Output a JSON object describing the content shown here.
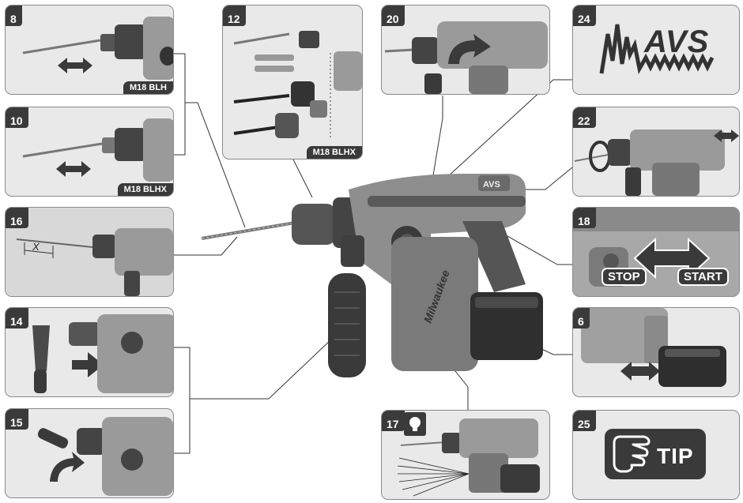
{
  "panels": {
    "p8": {
      "num": "8",
      "model": "M18 BLH"
    },
    "p10": {
      "num": "10",
      "model": "M18 BLHX"
    },
    "p16": {
      "num": "16",
      "distance_label": "X"
    },
    "p14": {
      "num": "14"
    },
    "p15": {
      "num": "15"
    },
    "p12": {
      "num": "12",
      "model": "M18 BLHX"
    },
    "p20": {
      "num": "20"
    },
    "p17": {
      "num": "17"
    },
    "p24": {
      "num": "24",
      "logo_text": "AVS"
    },
    "p22": {
      "num": "22"
    },
    "p18": {
      "num": "18",
      "stop_label": "STOP",
      "start_label": "START"
    },
    "p6": {
      "num": "6"
    },
    "p25": {
      "num": "25",
      "tip_text": "TIP"
    }
  },
  "tool": {
    "brand_text": "Milwaukee",
    "avs_badge": "AVS"
  },
  "colors": {
    "panel_bg": "#e9e9e9",
    "tool_dark": "#3c3c3c",
    "tool_mid": "#8a8a8a",
    "badge": "#3a3a3a"
  }
}
